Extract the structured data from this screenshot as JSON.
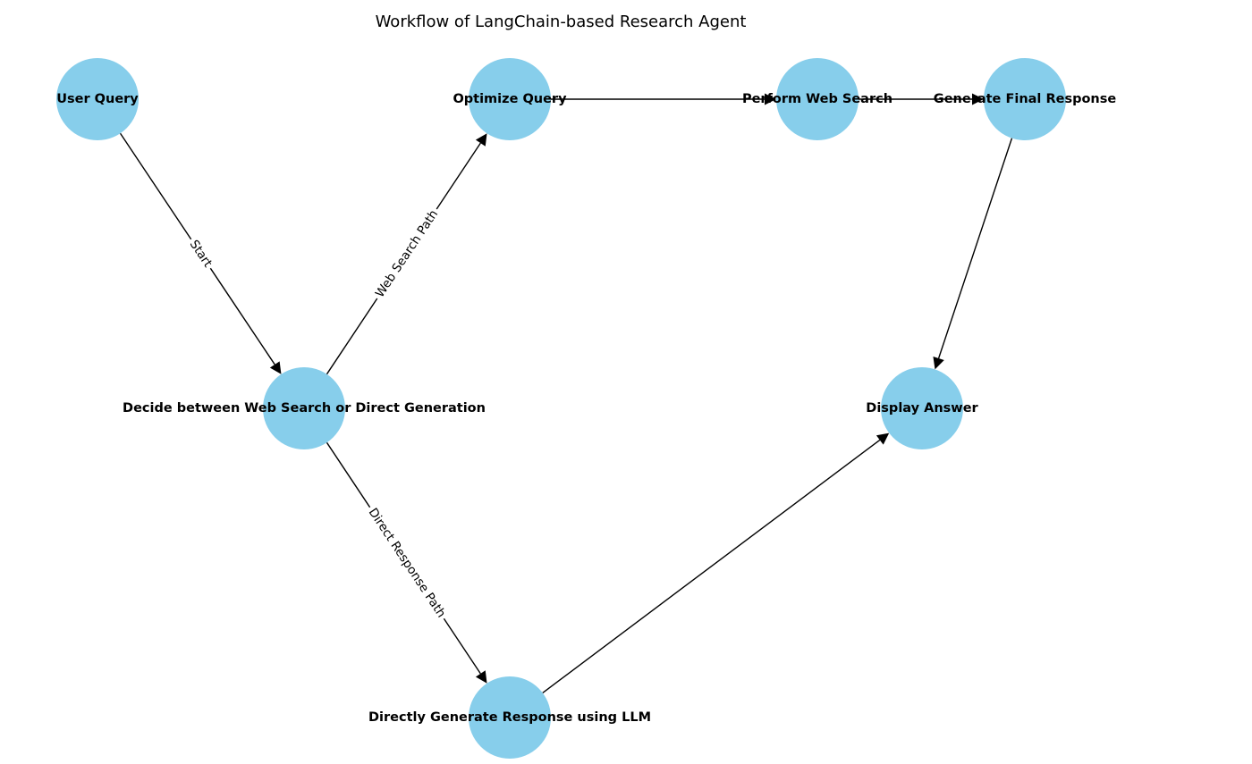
{
  "title": "Workflow of LangChain-based Research Agent",
  "colors": {
    "node_fill": "#87CEEB",
    "edge": "#000000",
    "text": "#000000",
    "background": "#ffffff"
  },
  "nodes": [
    {
      "id": "user_query",
      "label": "User Query"
    },
    {
      "id": "decide",
      "label": "Decide between Web Search or Direct Generation"
    },
    {
      "id": "optimize",
      "label": "Optimize Query"
    },
    {
      "id": "web_search",
      "label": "Perform Web Search"
    },
    {
      "id": "final_response",
      "label": "Generate Final Response"
    },
    {
      "id": "display",
      "label": "Display Answer"
    },
    {
      "id": "direct_llm",
      "label": "Directly Generate Response using LLM"
    }
  ],
  "edges": [
    {
      "source": "user_query",
      "target": "decide",
      "label": "Start"
    },
    {
      "source": "decide",
      "target": "optimize",
      "label": "Web Search Path"
    },
    {
      "source": "decide",
      "target": "direct_llm",
      "label": "Direct Response Path"
    },
    {
      "source": "optimize",
      "target": "web_search",
      "label": ""
    },
    {
      "source": "web_search",
      "target": "final_response",
      "label": ""
    },
    {
      "source": "final_response",
      "target": "display",
      "label": ""
    },
    {
      "source": "direct_llm",
      "target": "display",
      "label": ""
    }
  ]
}
